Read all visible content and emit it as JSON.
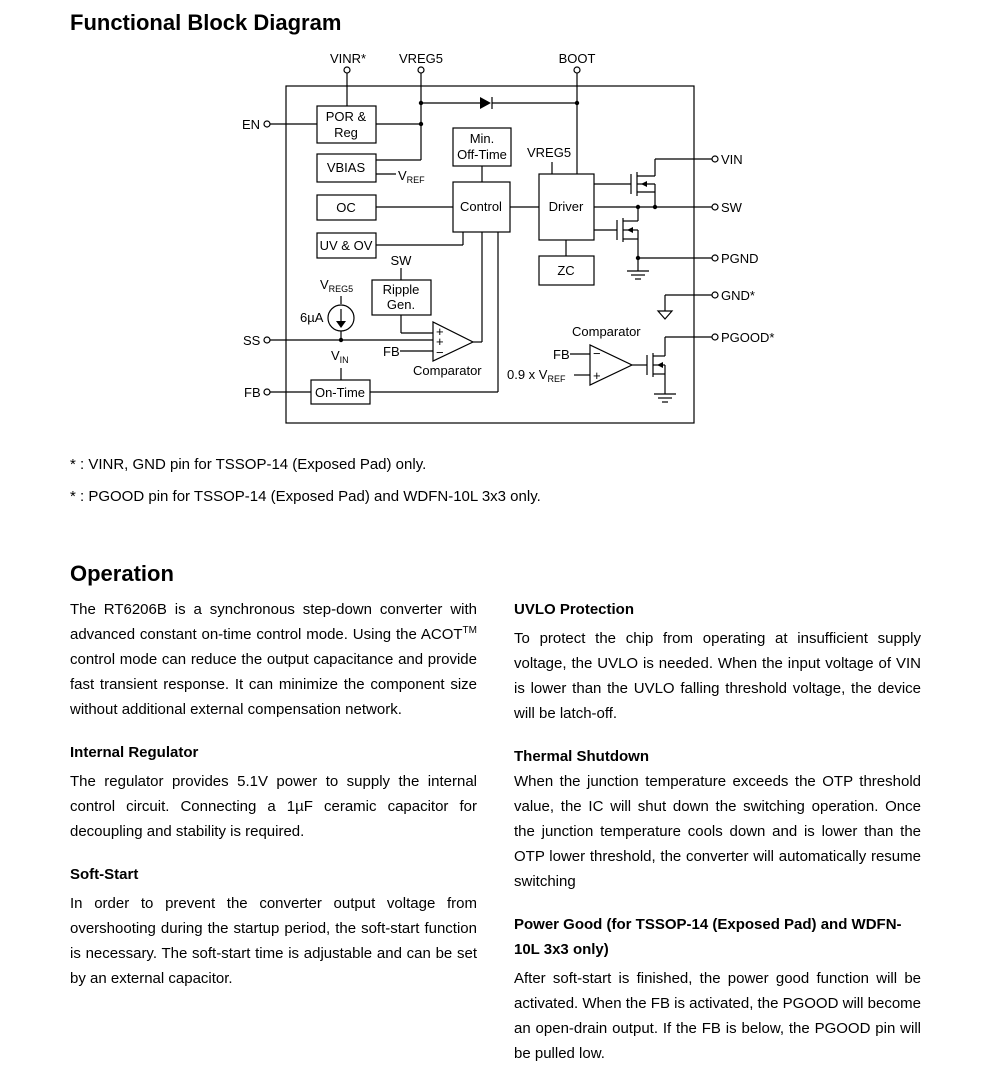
{
  "headings": {
    "functional_block_diagram": "Functional Block Diagram",
    "operation": "Operation"
  },
  "diagram": {
    "pins": {
      "vinr": "VINR*",
      "vreg5": "VREG5",
      "boot": "BOOT",
      "en": "EN",
      "vin": "VIN",
      "sw": "SW",
      "pgnd": "PGND",
      "gnd": "GND*",
      "pgood": "PGOOD*",
      "ss": "SS",
      "fb": "FB"
    },
    "blocks": {
      "por_reg_1": "POR &",
      "por_reg_2": "Reg",
      "vbias": "VBIAS",
      "oc": "OC",
      "uv_ov": "UV & OV",
      "min_offtime_1": "Min.",
      "min_offtime_2": "Off-Time",
      "control": "Control",
      "driver": "Driver",
      "zc": "ZC",
      "ripple_1": "Ripple",
      "ripple_2": "Gen.",
      "ontime": "On-Time"
    },
    "labels": {
      "vref_main": "V",
      "vref_sub": "REF",
      "vreg5_internal": "VREG5",
      "vreg5_src_main": "V",
      "vreg5_src_sub": "REG5",
      "current_source": "6µA",
      "sw_ripple": "SW",
      "fb_comp": "FB",
      "comparator_main": "Comparator",
      "vin_ontime_main": "V",
      "vin_ontime_sub": "IN",
      "comparator_pgood": "Comparator",
      "fb_pgood": "FB",
      "vref09_main": "0.9 x V",
      "vref09_sub": "REF",
      "plus": "+",
      "minus": "−"
    }
  },
  "notes": [
    "* : VINR, GND pin for TSSOP-14 (Exposed Pad) only.",
    "* : PGOOD pin for TSSOP-14 (Exposed Pad) and WDFN-10L 3x3 only."
  ],
  "operation": {
    "intro_a": "The RT6206B is a synchronous step-down converter with advanced constant on-time control mode. Using the ACOT",
    "intro_tm": "TM",
    "intro_b": " control mode can reduce the output capacitance and provide fast transient response. It can minimize the component size without additional external compensation network.",
    "internal_regulator": {
      "title": "Internal Regulator",
      "text": "The regulator provides 5.1V power to supply the internal control circuit. Connecting a 1µF ceramic capacitor for decoupling and stability is required."
    },
    "soft_start": {
      "title": "Soft-Start",
      "text": "In order to prevent the converter output voltage from overshooting during the startup period, the soft-start function is necessary. The soft-start time is adjustable and can be set by an external capacitor."
    },
    "uvlo": {
      "title": "UVLO Protection",
      "text": "To protect the chip from operating at insufficient supply voltage, the UVLO is needed. When the input voltage of VIN is lower than the UVLO falling threshold voltage, the device will be latch-off."
    },
    "thermal": {
      "title": "Thermal Shutdown",
      "text": "When the junction temperature exceeds the OTP threshold value, the IC will shut down the switching operation. Once the junction temperature cools down and is lower than the OTP lower threshold, the converter will automatically resume switching"
    },
    "power_good": {
      "title": "Power Good (for TSSOP-14 (Exposed Pad) and WDFN-10L 3x3 only)",
      "text": "After soft-start is finished, the power good function will be activated. When the FB is activated, the PGOOD will become an open-drain output. If the FB is below, the PGOOD pin will be pulled low."
    }
  }
}
